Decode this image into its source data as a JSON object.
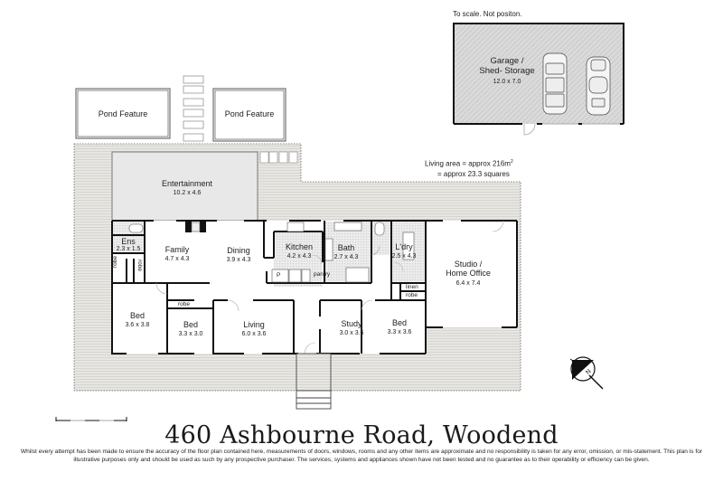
{
  "header": {
    "scale_note": "To scale. Not positon."
  },
  "garage": {
    "name_line1": "Garage  /",
    "name_line2": "Shed- Storage",
    "dims": "12.0 x 7.0"
  },
  "ponds": [
    {
      "label": "Pond Feature"
    },
    {
      "label": "Pond Feature"
    }
  ],
  "area_note": {
    "line1": "Living area = approx 216m",
    "line1_sup": "2",
    "line2": "= approx 23.3 squares"
  },
  "rooms": {
    "entertainment": {
      "name": "Entertainment",
      "dims": "10.2 x 4.6"
    },
    "ens": {
      "name": "Ens",
      "dims": "2.3 x 1.5"
    },
    "family": {
      "name": "Family",
      "dims": "4.7 x 4.3"
    },
    "dining": {
      "name": "Dining",
      "dims": "3.9 x 4.3"
    },
    "kitchen": {
      "name": "Kitchen",
      "dims": "4.2 x 4.3"
    },
    "bath": {
      "name": "Bath",
      "dims": "2.7 x 4.3"
    },
    "laundry": {
      "name": "L'dry",
      "dims": "2.5 x 4.3"
    },
    "studio": {
      "name_line1": "Studio /",
      "name_line2": "Home Office",
      "dims": "6.4 x 7.4"
    },
    "bed1": {
      "name": "Bed",
      "dims": "3.6 x 3.8"
    },
    "bed2": {
      "name": "Bed",
      "dims": "3.3 x 3.0"
    },
    "living": {
      "name": "Living",
      "dims": "6.0 x 3.6"
    },
    "study": {
      "name": "Study",
      "dims": "3.0 x 3.6"
    },
    "bed3": {
      "name": "Bed",
      "dims": "3.3 x 3.6"
    }
  },
  "fixtures": {
    "robe_left": "robe",
    "robe_right": "robe",
    "robe_bed2": "robe",
    "pantry": "pantry",
    "p": "P",
    "linen": "linen",
    "robe_bed3": "robe"
  },
  "compass": {
    "letter": "N"
  },
  "title": "460 Ashbourne Road, Woodend",
  "disclaimer": "Whilst every attempt has been made to ensure the accuracy of the floor plan contained here, measurements of doors, windows, rooms and any other items are approximate and no responsibility is taken for any error, omission, or mis-statement. This plan is for illustrative purposes only and should be used as such by any prospective purchaser. The services, systems and appliances shown have not been tested and no guarantee as to their operability or efficiency can be given.",
  "colors": {
    "deck": "#e4e3df",
    "room_tile": "#d9d9d9",
    "entertainment": "#e9e9e9",
    "garage": "#d4d4d4",
    "wall": "#111111"
  }
}
